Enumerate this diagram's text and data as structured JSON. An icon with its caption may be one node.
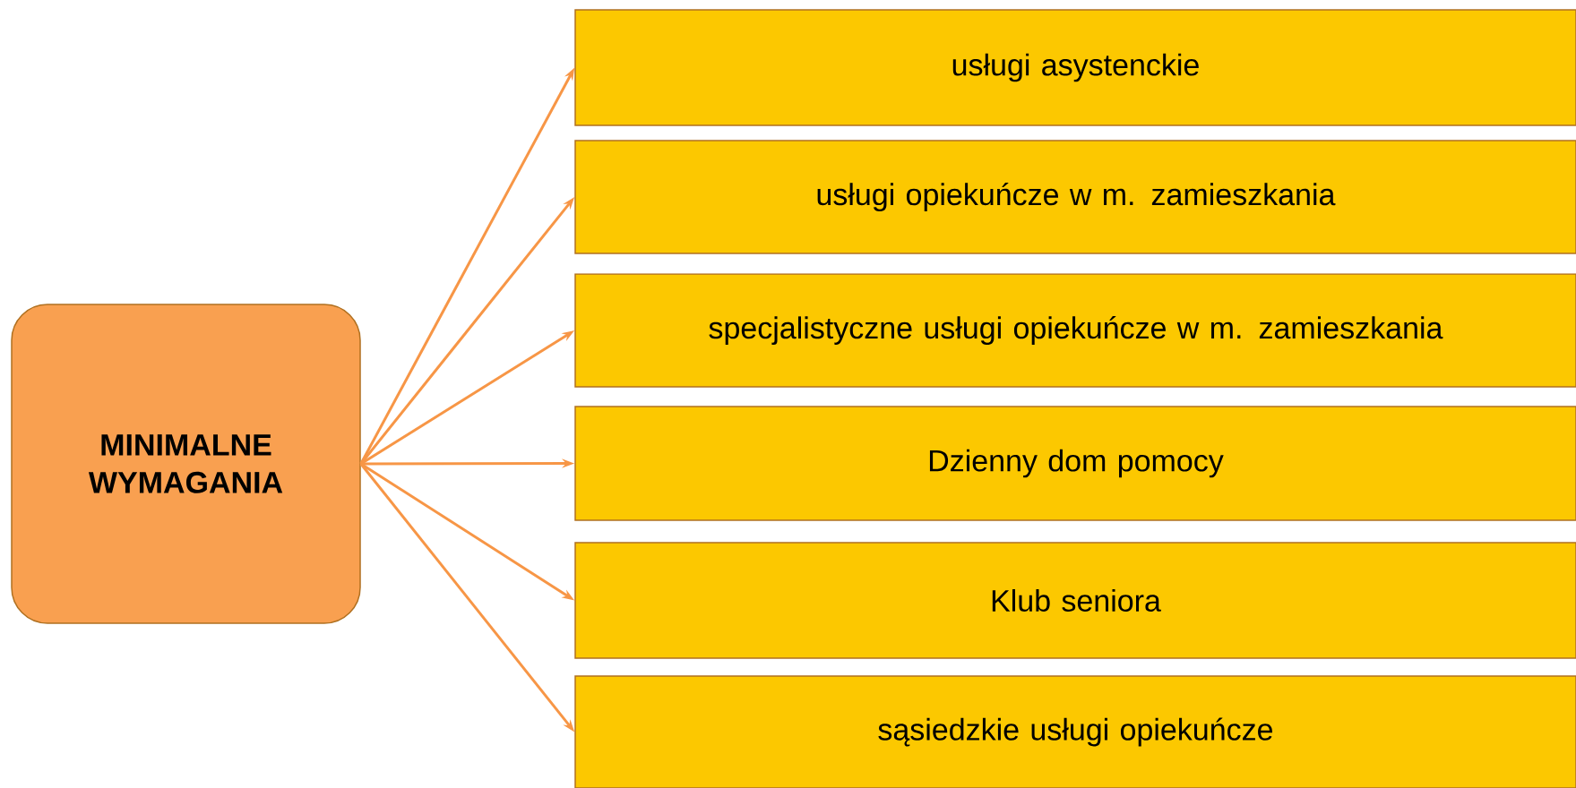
{
  "diagram": {
    "nodes": [
      {
        "text": [
          "MINIMALNE WYMAGANIA"
        ]
      },
      {
        "text": [
          "usługi asystenckie"
        ]
      },
      {
        "text": [
          "usługi opiekuńcze w m. zamieszkania"
        ]
      },
      {
        "text": [
          "specjalistyczne usługi opiekuńcze w m. zamieszkania"
        ]
      },
      {
        "text": [
          "Dzienny dom pomocy"
        ]
      },
      {
        "text": [
          "Klub seniora"
        ]
      },
      {
        "text": [
          "sąsiedzkie usługi opiekuńcze"
        ]
      }
    ],
    "edges": [
      {
        "from": 0,
        "to": 1,
        "arrow": "to"
      },
      {
        "from": 0,
        "to": 2,
        "arrow": "to"
      },
      {
        "from": 0,
        "to": 3,
        "arrow": "to"
      },
      {
        "from": 0,
        "to": 4,
        "arrow": "to"
      },
      {
        "from": 0,
        "to": 5,
        "arrow": "to"
      },
      {
        "from": 0,
        "to": 6,
        "arrow": "to"
      }
    ]
  }
}
